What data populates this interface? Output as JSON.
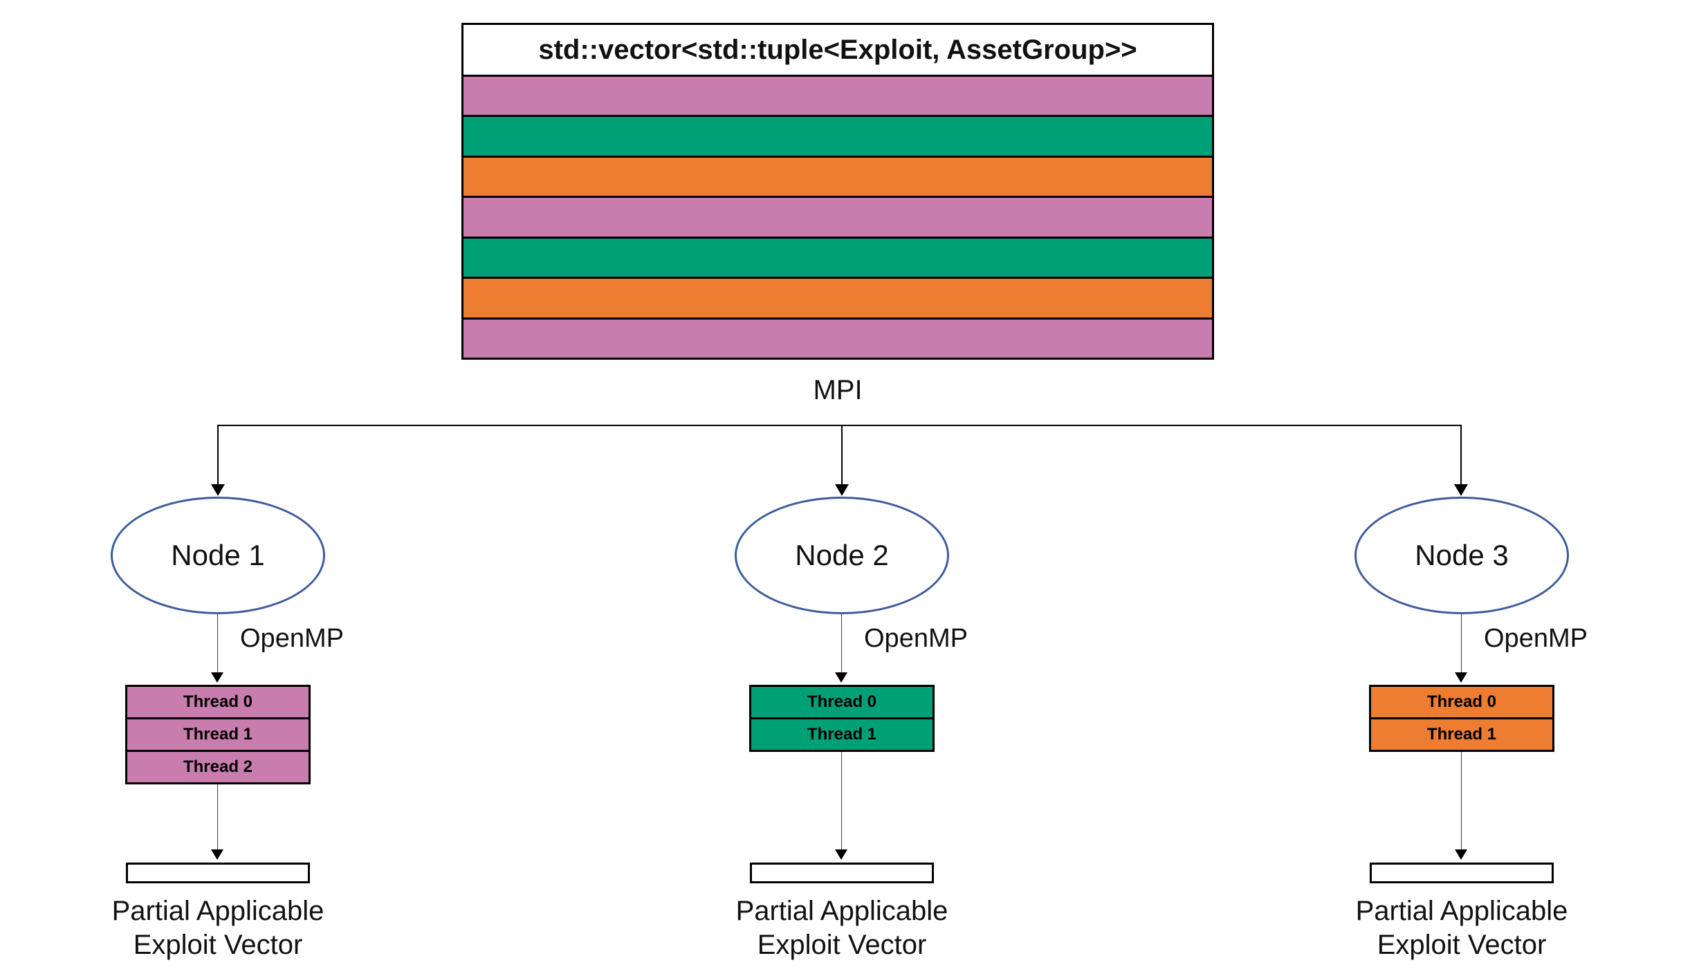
{
  "diagram": {
    "vector_box": {
      "title": "std::vector<std::tuple<Exploit, AssetGroup>>",
      "stripe_colors": [
        "#C97CAE",
        "#00A077",
        "#ED7D31",
        "#C97CAE",
        "#00A077",
        "#ED7D31",
        "#C97CAE"
      ]
    },
    "mpi_label": "MPI",
    "branches": [
      {
        "node_label": "Node 1",
        "openmp_label": "OpenMP",
        "thread_color": "#C97CAE",
        "threads": [
          "Thread 0",
          "Thread 1",
          "Thread 2"
        ],
        "output_label": [
          "Partial Applicable",
          "Exploit Vector"
        ]
      },
      {
        "node_label": "Node 2",
        "openmp_label": "OpenMP",
        "thread_color": "#00A077",
        "threads": [
          "Thread 0",
          "Thread 1"
        ],
        "output_label": [
          "Partial Applicable",
          "Exploit Vector"
        ]
      },
      {
        "node_label": "Node 3",
        "openmp_label": "OpenMP",
        "thread_color": "#ED7D31",
        "threads": [
          "Thread 0",
          "Thread 1"
        ],
        "output_label": [
          "Partial Applicable",
          "Exploit Vector"
        ]
      }
    ],
    "colors": {
      "node_stroke": "#3D5C9C",
      "line": "#000000"
    }
  }
}
